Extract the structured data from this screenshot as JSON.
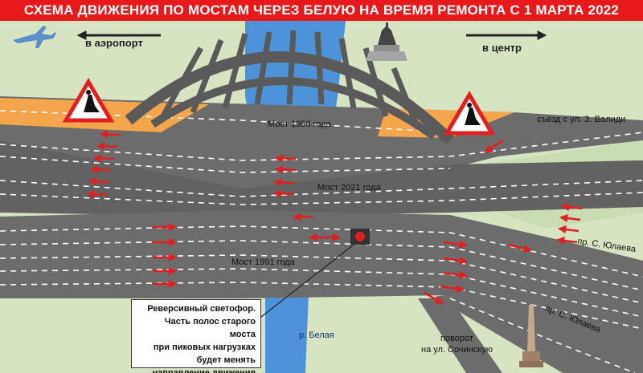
{
  "title": "СХЕМА ДВИЖЕНИЯ ПО МОСТАМ ЧЕРЕЗ БЕЛУЮ НА ВРЕМЯ РЕМОНТА С 1 МАРТА 2022",
  "directions": {
    "left": "в аэропорт",
    "right": "в центр"
  },
  "bridges": {
    "b1956": "Мост 1956 года",
    "b2021": "Мост 2021 года",
    "b1991": "Мост 1991 года"
  },
  "streets": {
    "valid": "съезд с ул. З. Валиди",
    "yulaev_upper": "пр. С. Юлаева",
    "yulaev_lower": "пр. С. Юлаева",
    "river": "р. Белая",
    "turn_line1": "поворот",
    "turn_line2": "на ул. Сочинскую"
  },
  "callout": [
    "Реверсивный светофор.",
    "Часть полос старого моста",
    "при пиковых нагрузках",
    "будет менять",
    "направление движения"
  ],
  "colors": {
    "title_bg": "#e8191b",
    "road": "#6c6c6c",
    "grass": "#d7e4c2",
    "river": "#4d93d9",
    "repair_zone": "#f5a54b",
    "arrow": "#e02020",
    "arch": "#5a5a5a"
  },
  "icons": [
    "airplane-icon",
    "monument-icon",
    "roadwork-sign-icon",
    "traffic-light-icon",
    "obelisk-icon"
  ]
}
